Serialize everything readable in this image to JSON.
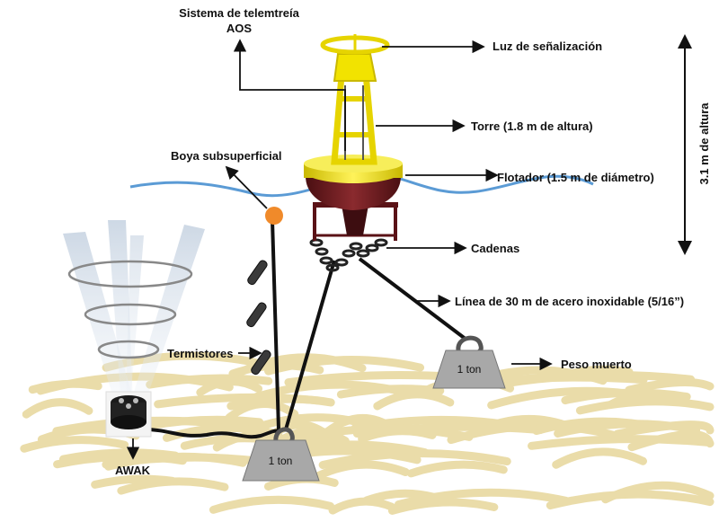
{
  "labels": {
    "telemetry_line1": "Sistema de telemtreía",
    "telemetry_line2": "AOS",
    "light": "Luz de señalización",
    "tower": "Torre (1.8 m de altura)",
    "float": "Flotador (1.5 m de diámetro)",
    "subsurface_buoy": "Boya subsuperficial",
    "chains": "Cadenas",
    "line": "Línea de 30 m de acero inoxidable (5/16”)",
    "thermistors": "Termistores",
    "dead_weight": "Peso muerto",
    "awak": "AWAK",
    "height": "3.1 m de altura",
    "weight_small": "1 ton",
    "weight_large": "1 ton"
  },
  "colors": {
    "water": "#5b9bd5",
    "seabed": "#e8d9a0",
    "buoy_yellow": "#f2e300",
    "buoy_body": "#6b1a1e",
    "orange_buoy": "#f08a2a",
    "weight": "#a8a8a8"
  }
}
